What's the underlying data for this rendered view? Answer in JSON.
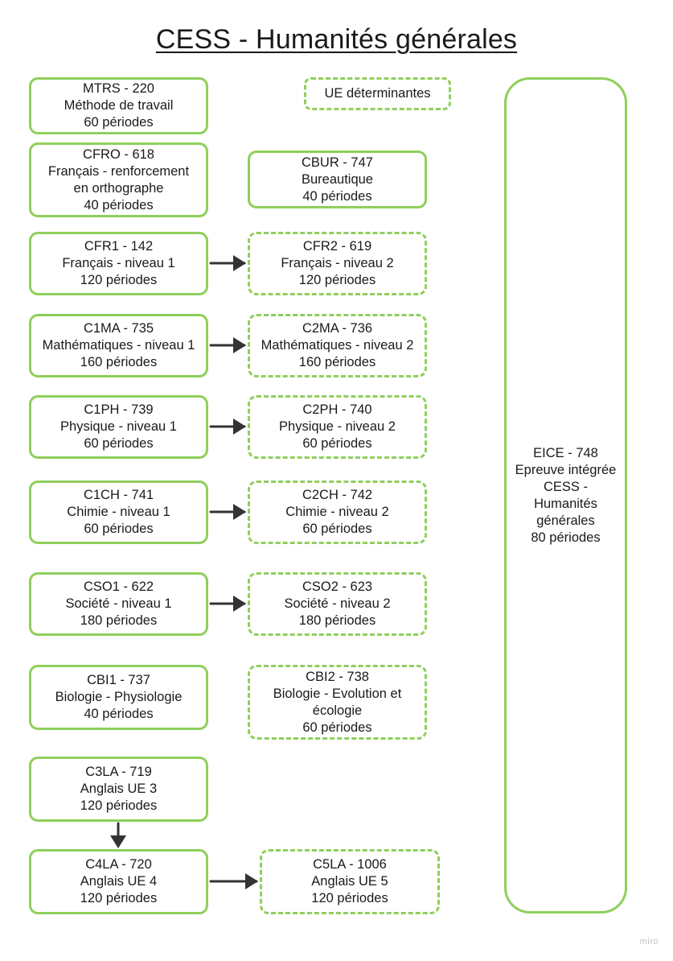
{
  "title": "CESS - Humanités générales",
  "legend": "UE déterminantes",
  "watermark": "miro",
  "boxes": {
    "mtrs": [
      "MTRS - 220",
      "Méthode de travail",
      "60 périodes"
    ],
    "cfro": [
      "CFRO - 618",
      "Français - renforcement en orthographe",
      "40 périodes"
    ],
    "cbur": [
      "CBUR - 747",
      "Bureautique",
      "40 périodes"
    ],
    "cfr1": [
      "CFR1 - 142",
      "Français - niveau 1",
      "120 périodes"
    ],
    "cfr2": [
      "CFR2 - 619",
      "Français - niveau 2",
      "120 périodes"
    ],
    "c1ma": [
      "C1MA - 735",
      "Mathématiques - niveau 1",
      "160 périodes"
    ],
    "c2ma": [
      "C2MA - 736",
      "Mathématiques - niveau 2",
      "160 périodes"
    ],
    "c1ph": [
      "C1PH - 739",
      "Physique - niveau 1",
      "60 périodes"
    ],
    "c2ph": [
      "C2PH - 740",
      "Physique - niveau 2",
      "60 périodes"
    ],
    "c1ch": [
      "C1CH - 741",
      "Chimie - niveau 1",
      "60 périodes"
    ],
    "c2ch": [
      "C2CH - 742",
      "Chimie - niveau 2",
      "60 périodes"
    ],
    "cso1": [
      "CSO1 - 622",
      "Société - niveau 1",
      "180 périodes"
    ],
    "cso2": [
      "CSO2 - 623",
      "Société - niveau 2",
      "180 périodes"
    ],
    "cbi1": [
      "CBI1 - 737",
      "Biologie - Physiologie",
      "40 périodes"
    ],
    "cbi2": [
      "CBI2 - 738",
      "Biologie - Evolution et écologie",
      "60 périodes"
    ],
    "c3la": [
      "C3LA - 719",
      "Anglais UE 3",
      "120 périodes"
    ],
    "c4la": [
      "C4LA - 720",
      "Anglais UE 4",
      "120 périodes"
    ],
    "c5la": [
      "C5LA - 1006",
      "Anglais UE 5",
      "120 périodes"
    ]
  },
  "eice": [
    "EICE - 748",
    "Epreuve intégrée",
    "CESS -",
    "Humanités",
    "générales",
    "80 périodes"
  ],
  "colors": {
    "green": "#8fcf5b",
    "arrow": "#333333",
    "text": "#1a1a1a"
  }
}
